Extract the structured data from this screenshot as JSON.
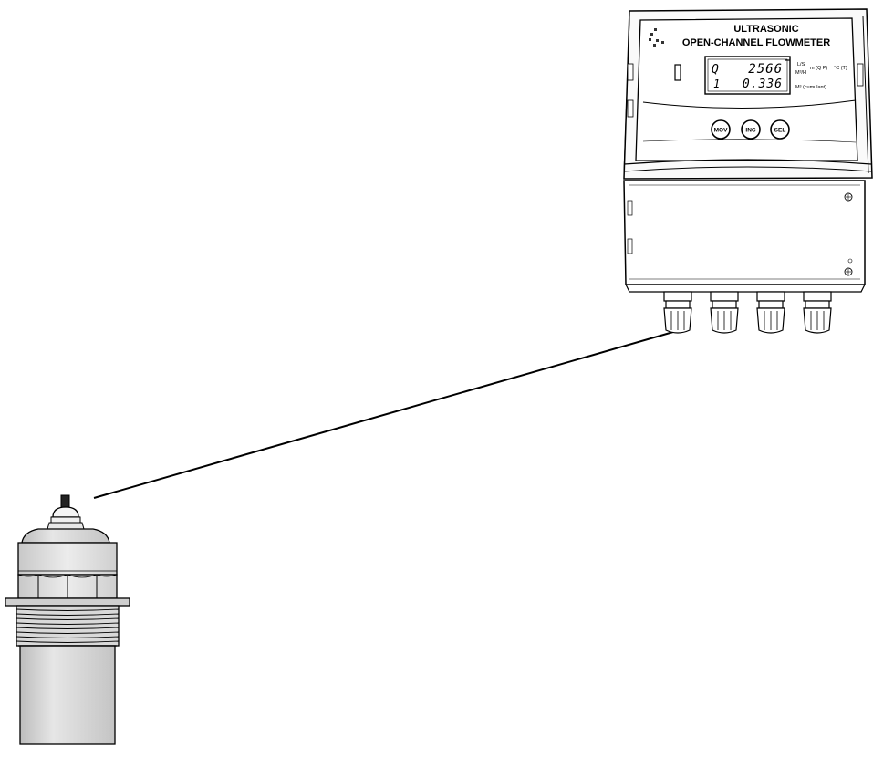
{
  "device": {
    "title_line1": "ULTRASONIC",
    "title_line2": "OPEN-CHANNEL FLOWMETER",
    "display": {
      "row1_label": "Q",
      "row1_value": "2566",
      "row2_label": "1",
      "row2_value": "0.336",
      "unit_flow_a": "L/S",
      "unit_flow_b": "M³/H",
      "unit_mode": "m (Q P)",
      "unit_temp": "°C (T)",
      "unit_total": "M³ (cumulant)"
    },
    "buttons": [
      {
        "label": "MOV"
      },
      {
        "label": "INC"
      },
      {
        "label": "SEL"
      }
    ],
    "cable_glands": 4
  },
  "sensor": {
    "name": "ultrasonic-transducer"
  },
  "colors": {
    "housing": "#ffffff",
    "sensor_body": "#d8d8d8",
    "outline": "#000000"
  }
}
